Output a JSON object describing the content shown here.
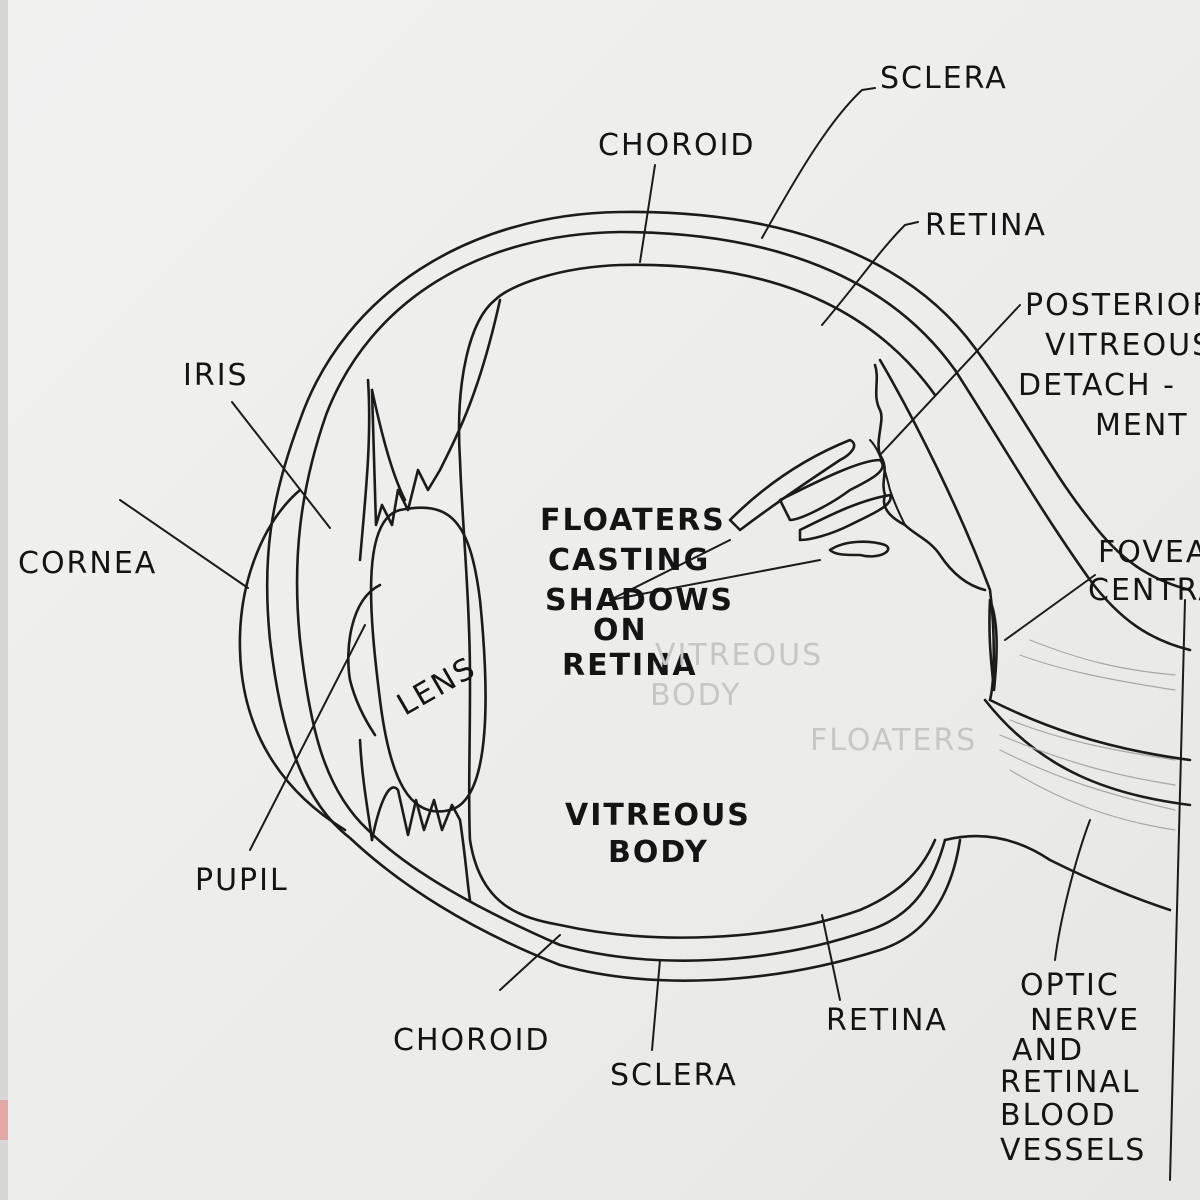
{
  "labels": {
    "sclera_top": "SCLERA",
    "choroid_top": "CHOROID",
    "retina_top": "RETINA",
    "pvd_1": "POSTERIOR",
    "pvd_2": "VITREOUS",
    "pvd_3": "DETACH -",
    "pvd_4": "MENT",
    "iris": "IRIS",
    "cornea": "CORNEA",
    "lens": "LENS",
    "pupil": "PUPIL",
    "floaters_1": "FLOATERS",
    "floaters_2": "CASTING",
    "floaters_3": "SHADOWS",
    "floaters_4": "ON",
    "floaters_5": "RETINA",
    "fovea_1": "FOVEA",
    "fovea_2": "CENTRAL",
    "vitreous_1": "VITREOUS",
    "vitreous_2": "BODY",
    "choroid_bottom": "CHOROID",
    "sclera_bottom": "SCLERA",
    "retina_bottom": "RETINA",
    "optic_1": "OPTIC",
    "optic_2": "NERVE",
    "optic_3": "AND",
    "optic_4": "RETINAL",
    "optic_5": "BLOOD",
    "optic_6": "VESSELS"
  },
  "faint_pencil": {
    "vitreous_1": "VITREOUS",
    "vitreous_2": "BODY",
    "floaters": "FLOATERS"
  },
  "colors": {
    "ink": "#1b1b1b",
    "paper": "#eeeeec",
    "pencil": "#a8a8a8"
  }
}
